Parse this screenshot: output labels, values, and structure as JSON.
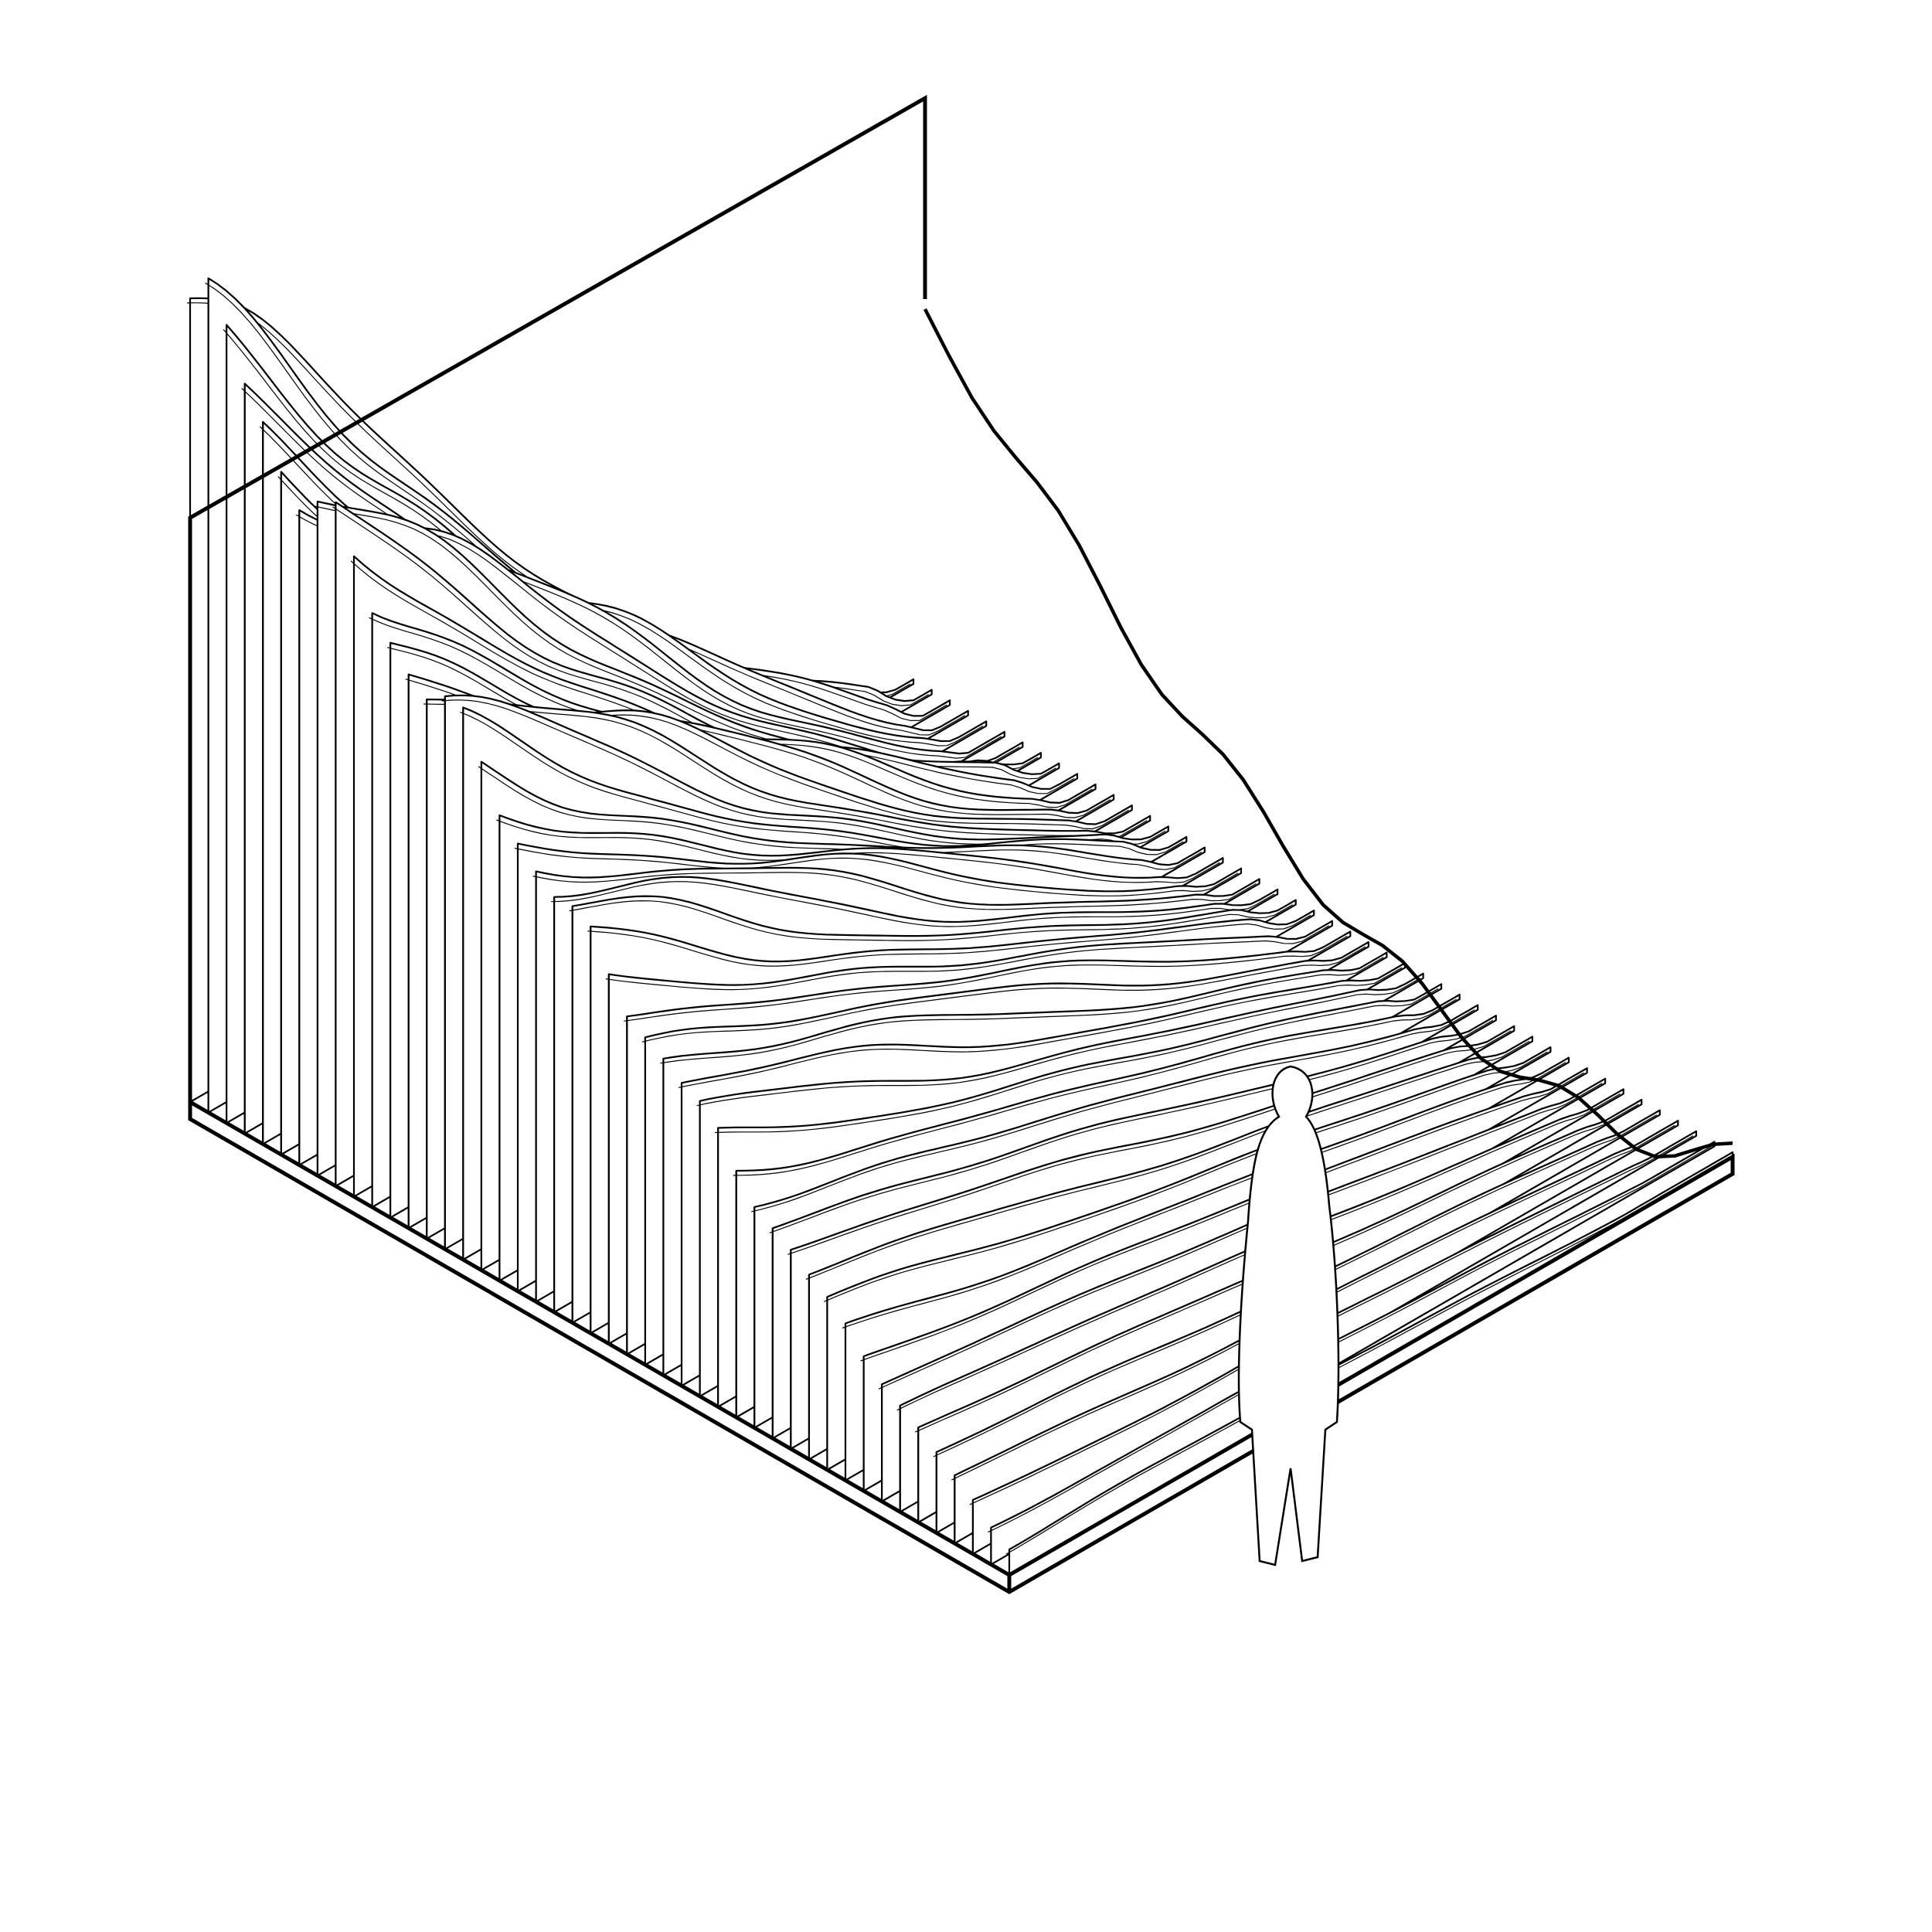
{
  "drawing": {
    "style": "isometric-line-drawing",
    "background_color": "#ffffff",
    "line_color": "#000000",
    "subject": "stacked-slat-terrain-installation",
    "slat_count": 46,
    "figure": "standing-human-silhouette"
  }
}
